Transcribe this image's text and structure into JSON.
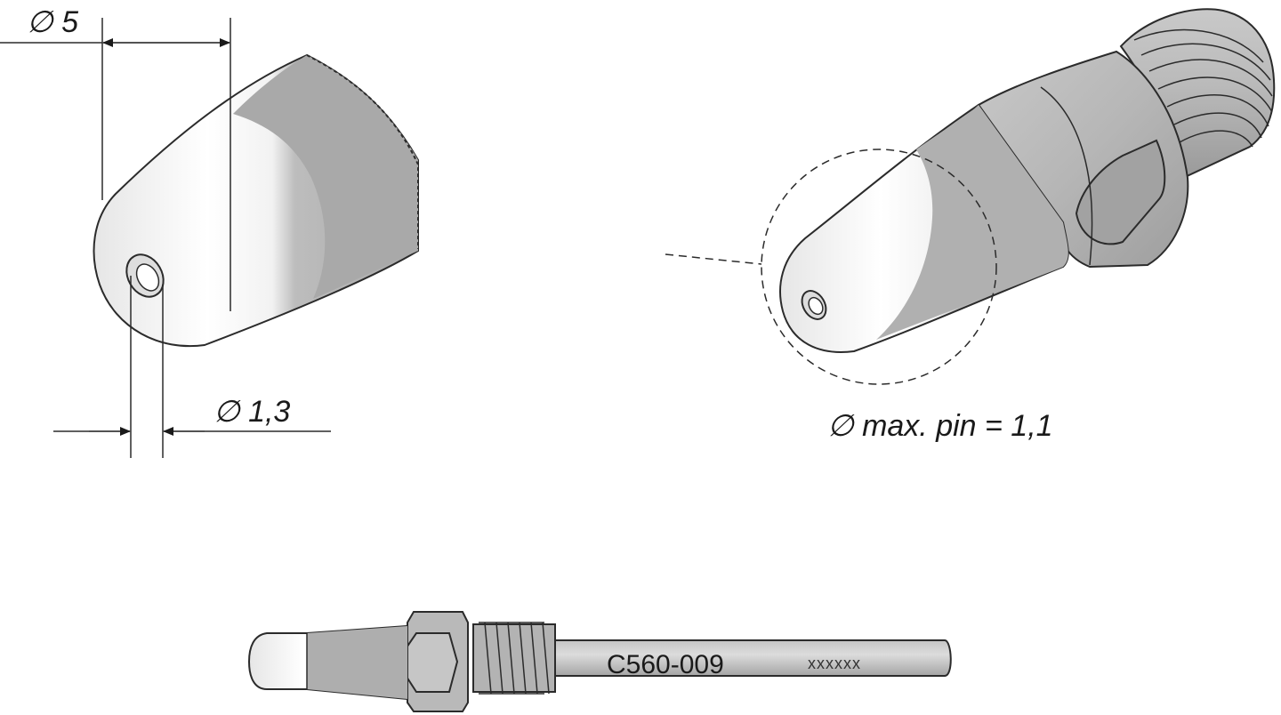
{
  "dimensions": {
    "outer_diameter": "∅ 5",
    "inner_diameter": "∅ 1,3"
  },
  "note": {
    "max_pin": "∅  max. pin = 1,1"
  },
  "part": {
    "number": "C560-009",
    "serial": "xxxxxx"
  }
}
